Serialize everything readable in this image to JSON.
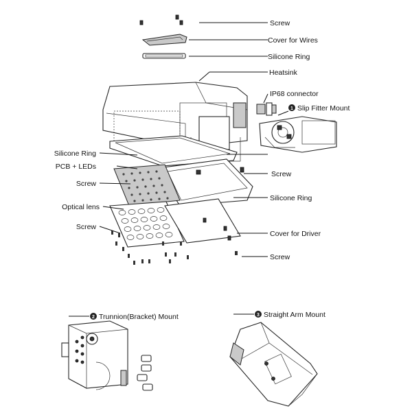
{
  "labels": {
    "screw_top": "Screw",
    "cover_wires": "Cover for Wires",
    "silicone_ring_top": "Silicone Ring",
    "heatsink": "Heatsink",
    "ip68": "IP68 connector",
    "slip_fitter": "Slip Fitter Mount",
    "silicone_ring_left": "Silicone Ring",
    "pcb_leds": "PCB + LEDs",
    "screw_left_1": "Screw",
    "screw_right_1": "Screw",
    "silicone_ring_right": "Silicone Ring",
    "optical_lens": "Optical lens",
    "screw_left_2": "Screw",
    "cover_driver": "Cover for Driver",
    "screw_right_2": "Screw",
    "trunnion": "Trunnion(Bracket) Mount",
    "straight_arm": "Straight Arm Mount"
  },
  "badges": {
    "slip_fitter": "1",
    "trunnion": "2",
    "straight_arm": "3"
  }
}
